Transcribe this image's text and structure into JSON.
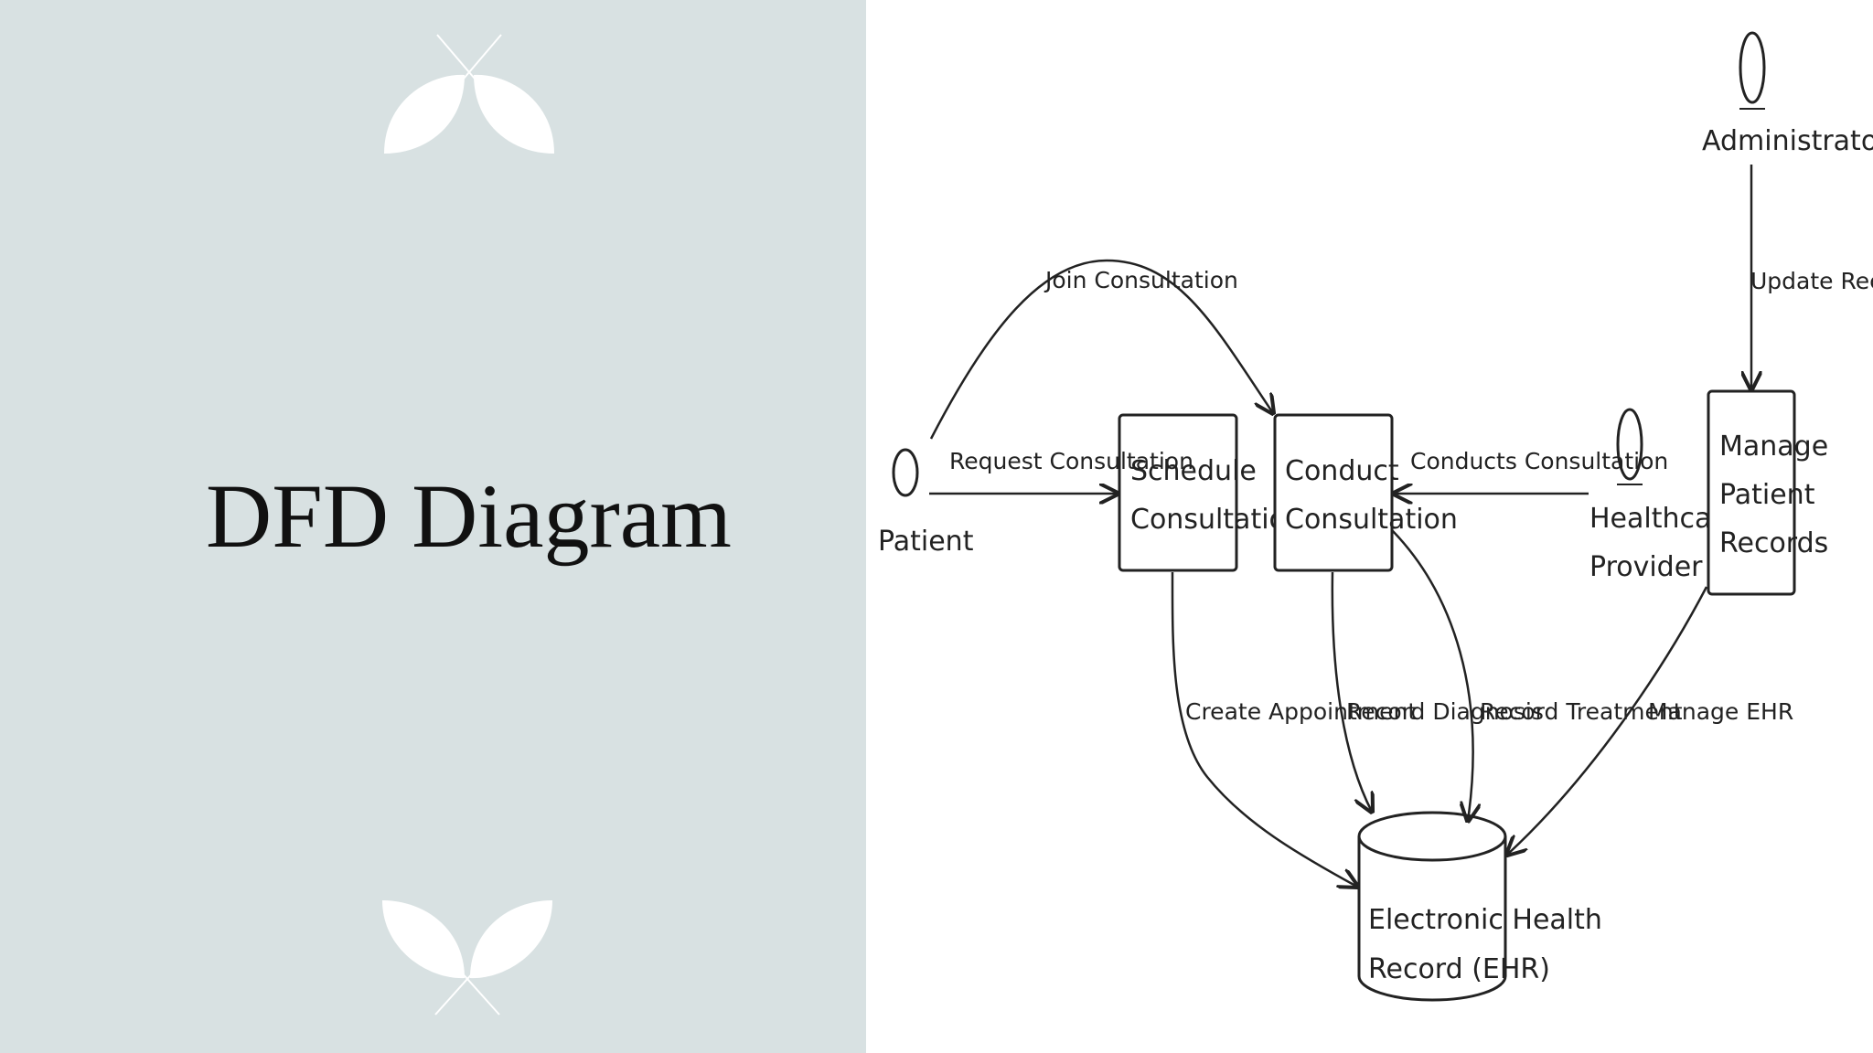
{
  "slide": {
    "title": "DFD Diagram",
    "panel_color": "#d8e1e2",
    "ornament_color": "#ffffff"
  },
  "diagram": {
    "actors": {
      "patient": "Patient",
      "healthcare_provider_1": "Healthcare",
      "healthcare_provider_2": "Provider",
      "administrator": "Administrator"
    },
    "processes": {
      "schedule_1": "Schedule",
      "schedule_2": "Consultation",
      "conduct_1": "Conduct",
      "conduct_2": "Consultation",
      "manage_1": "Manage",
      "manage_2": "Patient",
      "manage_3": "Records"
    },
    "datastore": {
      "line1": "Electronic Health",
      "line2": "Record (EHR)"
    },
    "flows": {
      "join_consultation": "Join Consultation",
      "request_consultation": "Request Consultation",
      "conducts_consultation": "Conducts Consultation",
      "update_records": "Update Records",
      "create_appointment": "Create Appointment",
      "record_diagnosis": "Record Diagnosis",
      "record_treatment": "Record Treatment",
      "manage_ehr": "Manage EHR"
    }
  }
}
